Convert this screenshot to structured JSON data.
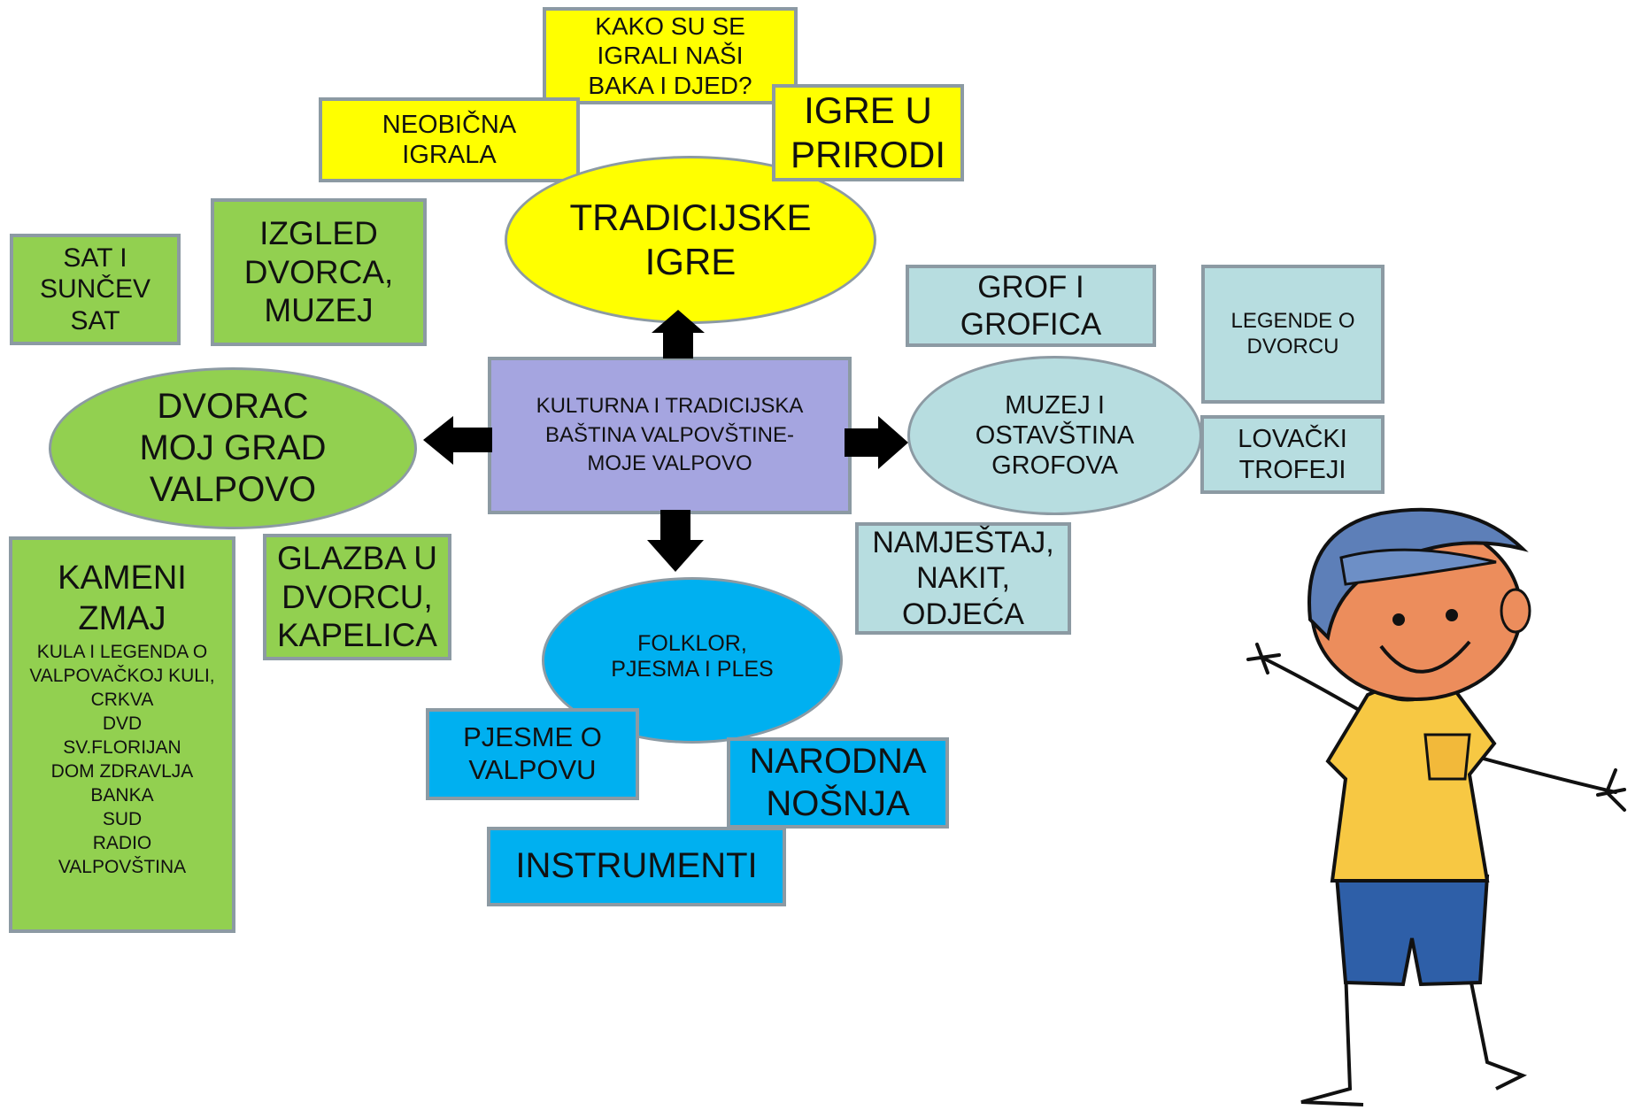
{
  "center": [
    "KULTURNA I TRADICIJSKA",
    "BAŠTINA VALPOVŠTINE-",
    "MOJE VALPOVO"
  ],
  "tradicijske": {
    "title": [
      "TRADICIJSKE",
      "IGRE"
    ],
    "baka": [
      "KAKO SU SE",
      "IGRALI NAŠI",
      "BAKA I DJED?"
    ],
    "neobicna": [
      "NEOBIČNA",
      "IGRALA"
    ],
    "priroda": [
      "IGRE U",
      "PRIRODI"
    ]
  },
  "dvorac": {
    "title": [
      "DVORAC",
      "MOJ GRAD",
      "VALPOVO"
    ],
    "sat": [
      "SAT I",
      "SUNČEV",
      "SAT"
    ],
    "izgled": [
      "IZGLED",
      "DVORCA,",
      "MUZEJ"
    ],
    "glazba": [
      "GLAZBA U",
      "DVORCU,",
      "KAPELICA"
    ],
    "kameni": {
      "title": [
        "KAMENI",
        "ZMAJ"
      ],
      "items": [
        "KULA I LEGENDA O",
        "VALPOVAČKOJ KULI,",
        "CRKVA",
        "DVD",
        "SV.FLORIJAN",
        "DOM ZDRAVLJA",
        "BANKA",
        "SUD",
        "RADIO",
        "VALPOVŠTINA"
      ]
    }
  },
  "muzej": {
    "title": [
      "MUZEJ I",
      "OSTAVŠTINA",
      "GROFOVA"
    ],
    "grof": [
      "GROF I",
      "GROFICA"
    ],
    "legende": [
      "LEGENDE O",
      "DVORCU"
    ],
    "lovacki": [
      "LOVAČKI",
      "TROFEJI"
    ],
    "namjestaj": [
      "NAMJEŠTAJ,",
      "NAKIT,",
      "ODJEĆA"
    ]
  },
  "folklor": {
    "title": [
      "FOLKLOR,",
      "PJESMA I PLES"
    ],
    "pjesme": [
      "PJESME O",
      "VALPOVU"
    ],
    "narodna": [
      "NARODNA",
      "NOŠNJA"
    ],
    "instrumenti": "INSTRUMENTI"
  },
  "colors": {
    "yellow": "#ffff00",
    "green": "#92d050",
    "light_blue": "#b7dde0",
    "blue": "#00b0f0",
    "purple": "#a5a5e0",
    "border": "#8c9aa3"
  },
  "icons": [
    "arrow-up-icon",
    "arrow-down-icon",
    "arrow-left-icon",
    "arrow-right-icon",
    "boy-illustration"
  ]
}
